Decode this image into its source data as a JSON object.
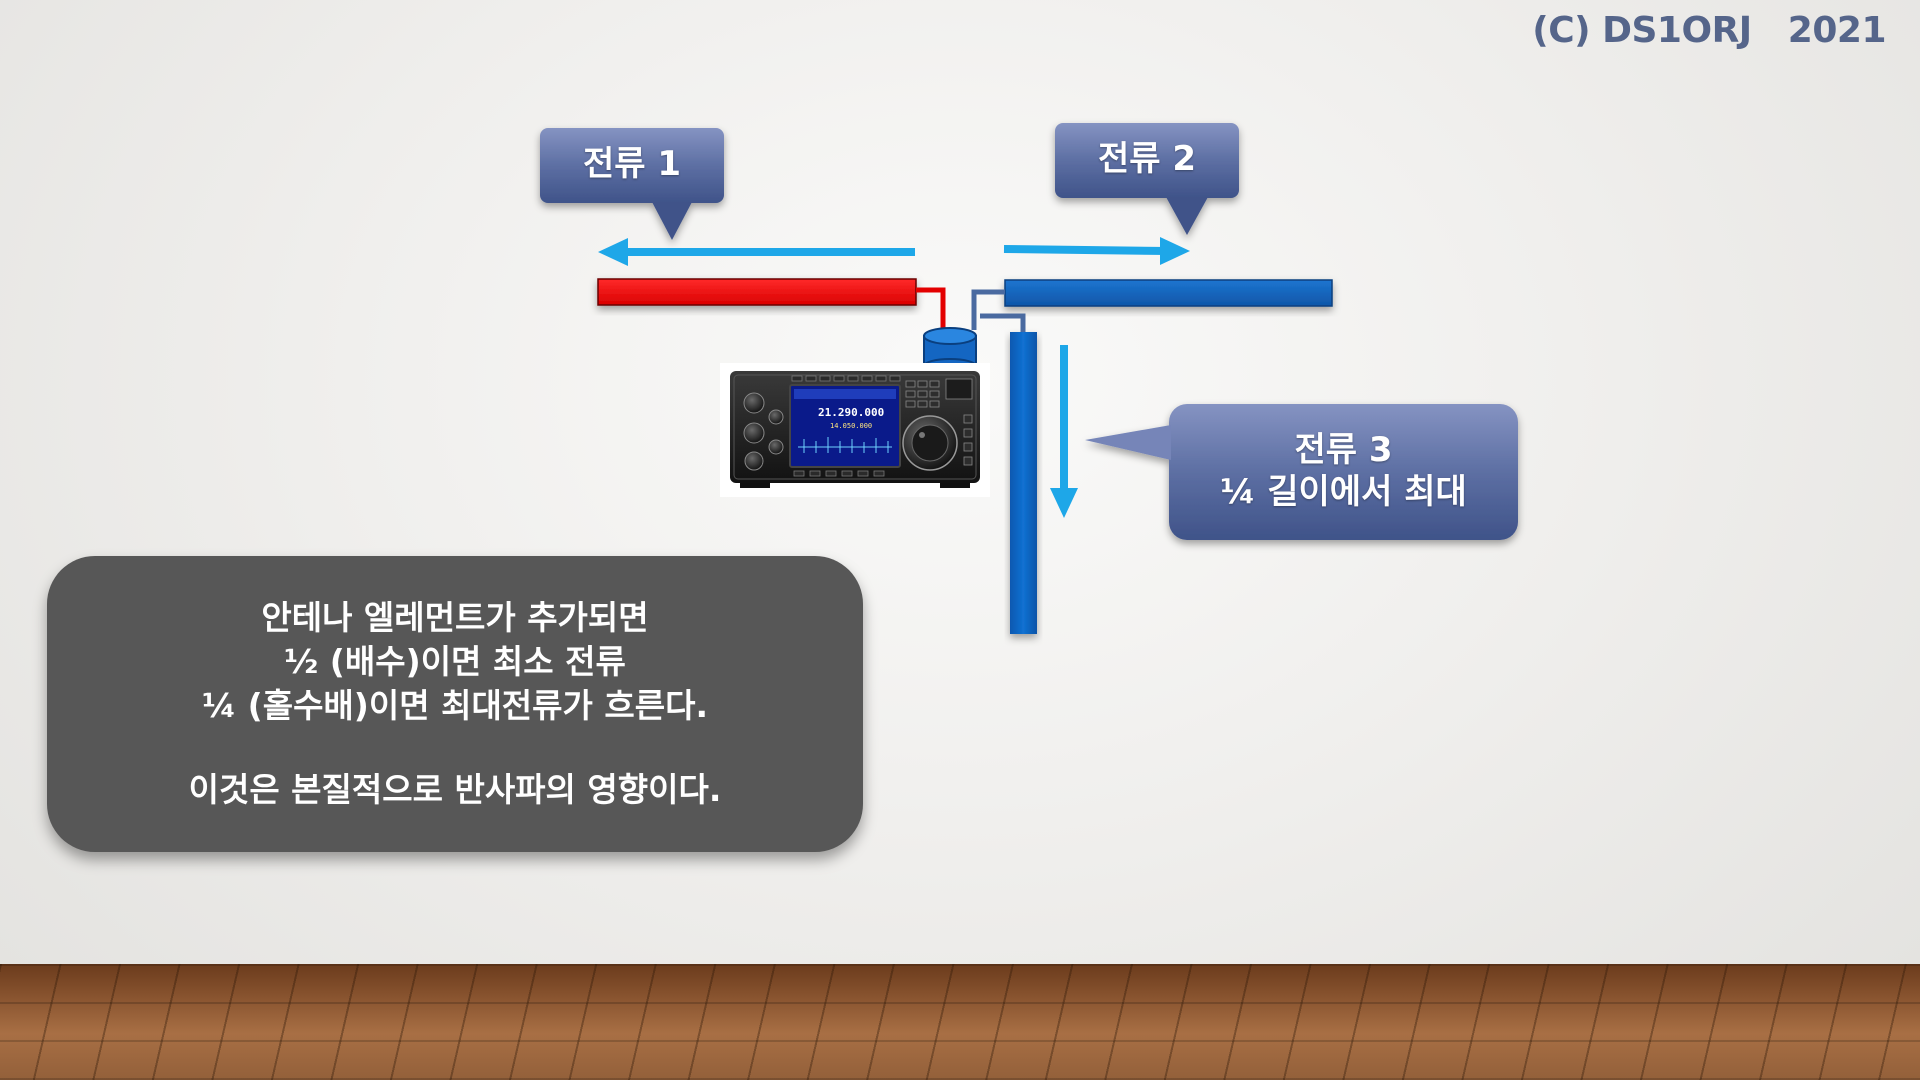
{
  "copyright": "(C) DS1ORJ   2021",
  "callouts": {
    "current1": "전류 1",
    "current2": "전류 2",
    "current3_line1": "전류 3",
    "current3_line2": "¼ 길이에서 최대"
  },
  "info_box": {
    "line1": "안테나 엘레먼트가 추가되면",
    "line2": "½ (배수)이면 최소 전류",
    "line3": "¼ (홀수배)이면 최대전류가 흐른다.",
    "line4": "이것은 본질적으로 반사파의 영향이다."
  },
  "radio_display": {
    "main_frequency": "21.290.000",
    "sub_frequency": "14.050.000"
  },
  "colors": {
    "element_left": "#ff0000",
    "element_right": "#1565c0",
    "element_vertical": "#0b63c4",
    "current_arrow": "#1ea7e8",
    "callout": "#5d6fa3",
    "info_box": "#575757",
    "copyright": "#55658a"
  }
}
